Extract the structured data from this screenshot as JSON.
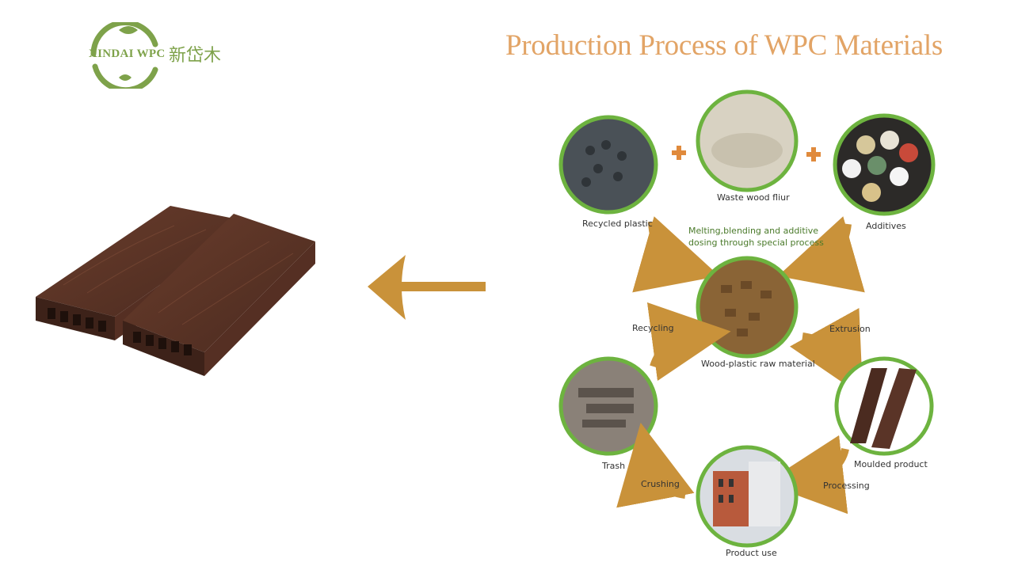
{
  "logo": {
    "text": "XINDAI WPC",
    "text_cn": "新岱木"
  },
  "title": "Production Process of WPC Materials",
  "colors": {
    "accent": "#e2a466",
    "logo_green": "#7ea24a",
    "circle_green": "#6db33f",
    "arrow_gold": "#c9923a"
  },
  "diagram": {
    "recycled_plastic": "Recycled plastic",
    "waste_wood": "Waste wood fliur",
    "additives": "Additives",
    "melting": "Melting,blending and additive",
    "melting2": "dosing through special process",
    "recycling": "Recycling",
    "extrusion": "Extrusion",
    "raw_material": "Wood-plastic raw material",
    "trash": "Trash",
    "moulded": "Moulded product",
    "crushing": "Crushing",
    "processing": "Processing",
    "product_use": "Product use"
  }
}
